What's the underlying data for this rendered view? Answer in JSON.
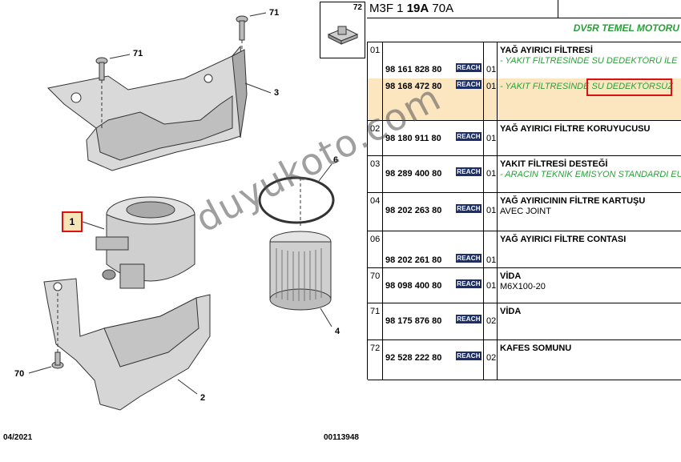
{
  "diagram": {
    "callouts": {
      "c71a": "71",
      "c71b": "71",
      "c72": "72",
      "c3": "3",
      "c6": "6",
      "c1": "1",
      "c4": "4",
      "c70": "70",
      "c2": "2"
    },
    "footer_date": "04/2021",
    "footer_code": "00113948"
  },
  "header": {
    "code_prefix": "M3F 1 ",
    "code_bold": "19A",
    "code_suffix": " 70A"
  },
  "engine_title": "DV5R TEMEL MOTORU",
  "reach_label": "REACH",
  "watermark": "duyukoto.com",
  "rows": [
    {
      "idx": "01",
      "ref": "98 161 828 80",
      "qty": "01",
      "desc": "YAĞ AYIRICI FİLTRESİ",
      "note": "- YAKIT FİLTRESİNDE SU DEDEKTÖRÜ İLE"
    },
    {
      "idx": "",
      "ref": "98 168 472 80",
      "qty": "01",
      "desc": "",
      "note": "- YAKIT FİLTRESİNDE SU DEDEKTÖRSÜZ"
    },
    {
      "idx": "02",
      "ref": "98 180 911 80",
      "qty": "01",
      "desc": "YAĞ AYIRICI FİLTRE KORUYUCUSU",
      "note": ""
    },
    {
      "idx": "03",
      "ref": "98 289 400 80",
      "qty": "01",
      "desc": "YAKIT FİLTRESİ DESTEĞİ",
      "note": "- ARACIN TEKNİK EMİSYON STANDARDI EU"
    },
    {
      "idx": "04",
      "ref": "98 202 263 80",
      "qty": "01",
      "desc": "YAĞ AYIRICININ FİLTRE KARTUŞU",
      "note": "AVEC JOINT"
    },
    {
      "idx": "06",
      "ref": "98 202 261 80",
      "qty": "01",
      "desc": "YAĞ AYIRICI FİLTRE CONTASI",
      "note": ""
    },
    {
      "idx": "70",
      "ref": "98 098 400 80",
      "qty": "01",
      "desc": "VİDA",
      "note": "M6X100-20"
    },
    {
      "idx": "71",
      "ref": "98 175 876 80",
      "qty": "02",
      "desc": "VİDA",
      "note": ""
    },
    {
      "idx": "72",
      "ref": "92 528 222 80",
      "qty": "02",
      "desc": "KAFES SOMUNU",
      "note": ""
    }
  ]
}
